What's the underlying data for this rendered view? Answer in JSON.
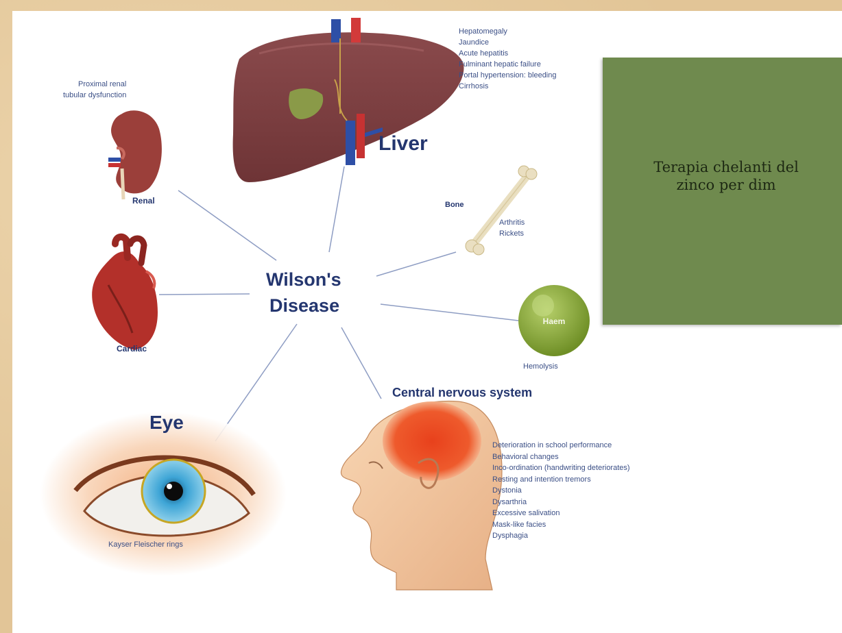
{
  "diagram": {
    "title_line1": "Wilson's",
    "title_line2": "Disease",
    "liver": {
      "label": "Liver",
      "symptoms": [
        "Hepatomegaly",
        "Jaundice",
        "Acute hepatitis",
        "Fulminant hepatic failure",
        "Portal hypertension: bleeding",
        "Cirrhosis"
      ]
    },
    "renal": {
      "caption": [
        "Proximal renal",
        "tubular dysfunction"
      ],
      "label": "Renal"
    },
    "bone": {
      "label": "Bone",
      "symptoms": [
        "Arthritis",
        "Rickets"
      ]
    },
    "cardiac": {
      "label": "Cardiac"
    },
    "blood": {
      "circle_label": "Haem",
      "caption": "Hemolysis"
    },
    "eye": {
      "label": "Eye",
      "caption": "Kayser Fleischer rings"
    },
    "cns": {
      "label": "Central nervous system",
      "symptoms": [
        "Deterioration in school performance",
        "Behavioral changes",
        "Inco-ordination (handwriting deteriorates)",
        "Resting and intention tremors",
        "Dystonia",
        "Dysarthria",
        "Excessive salivation",
        "Mask-like facies",
        "Dysphagia"
      ]
    }
  },
  "overlay": {
    "line1": "Terapia chelanti del",
    "line2": "zinco per dim"
  },
  "colors": {
    "background": "#e2c597",
    "overlay_box": "#6f8a4e",
    "label_blue": "#24366f"
  }
}
